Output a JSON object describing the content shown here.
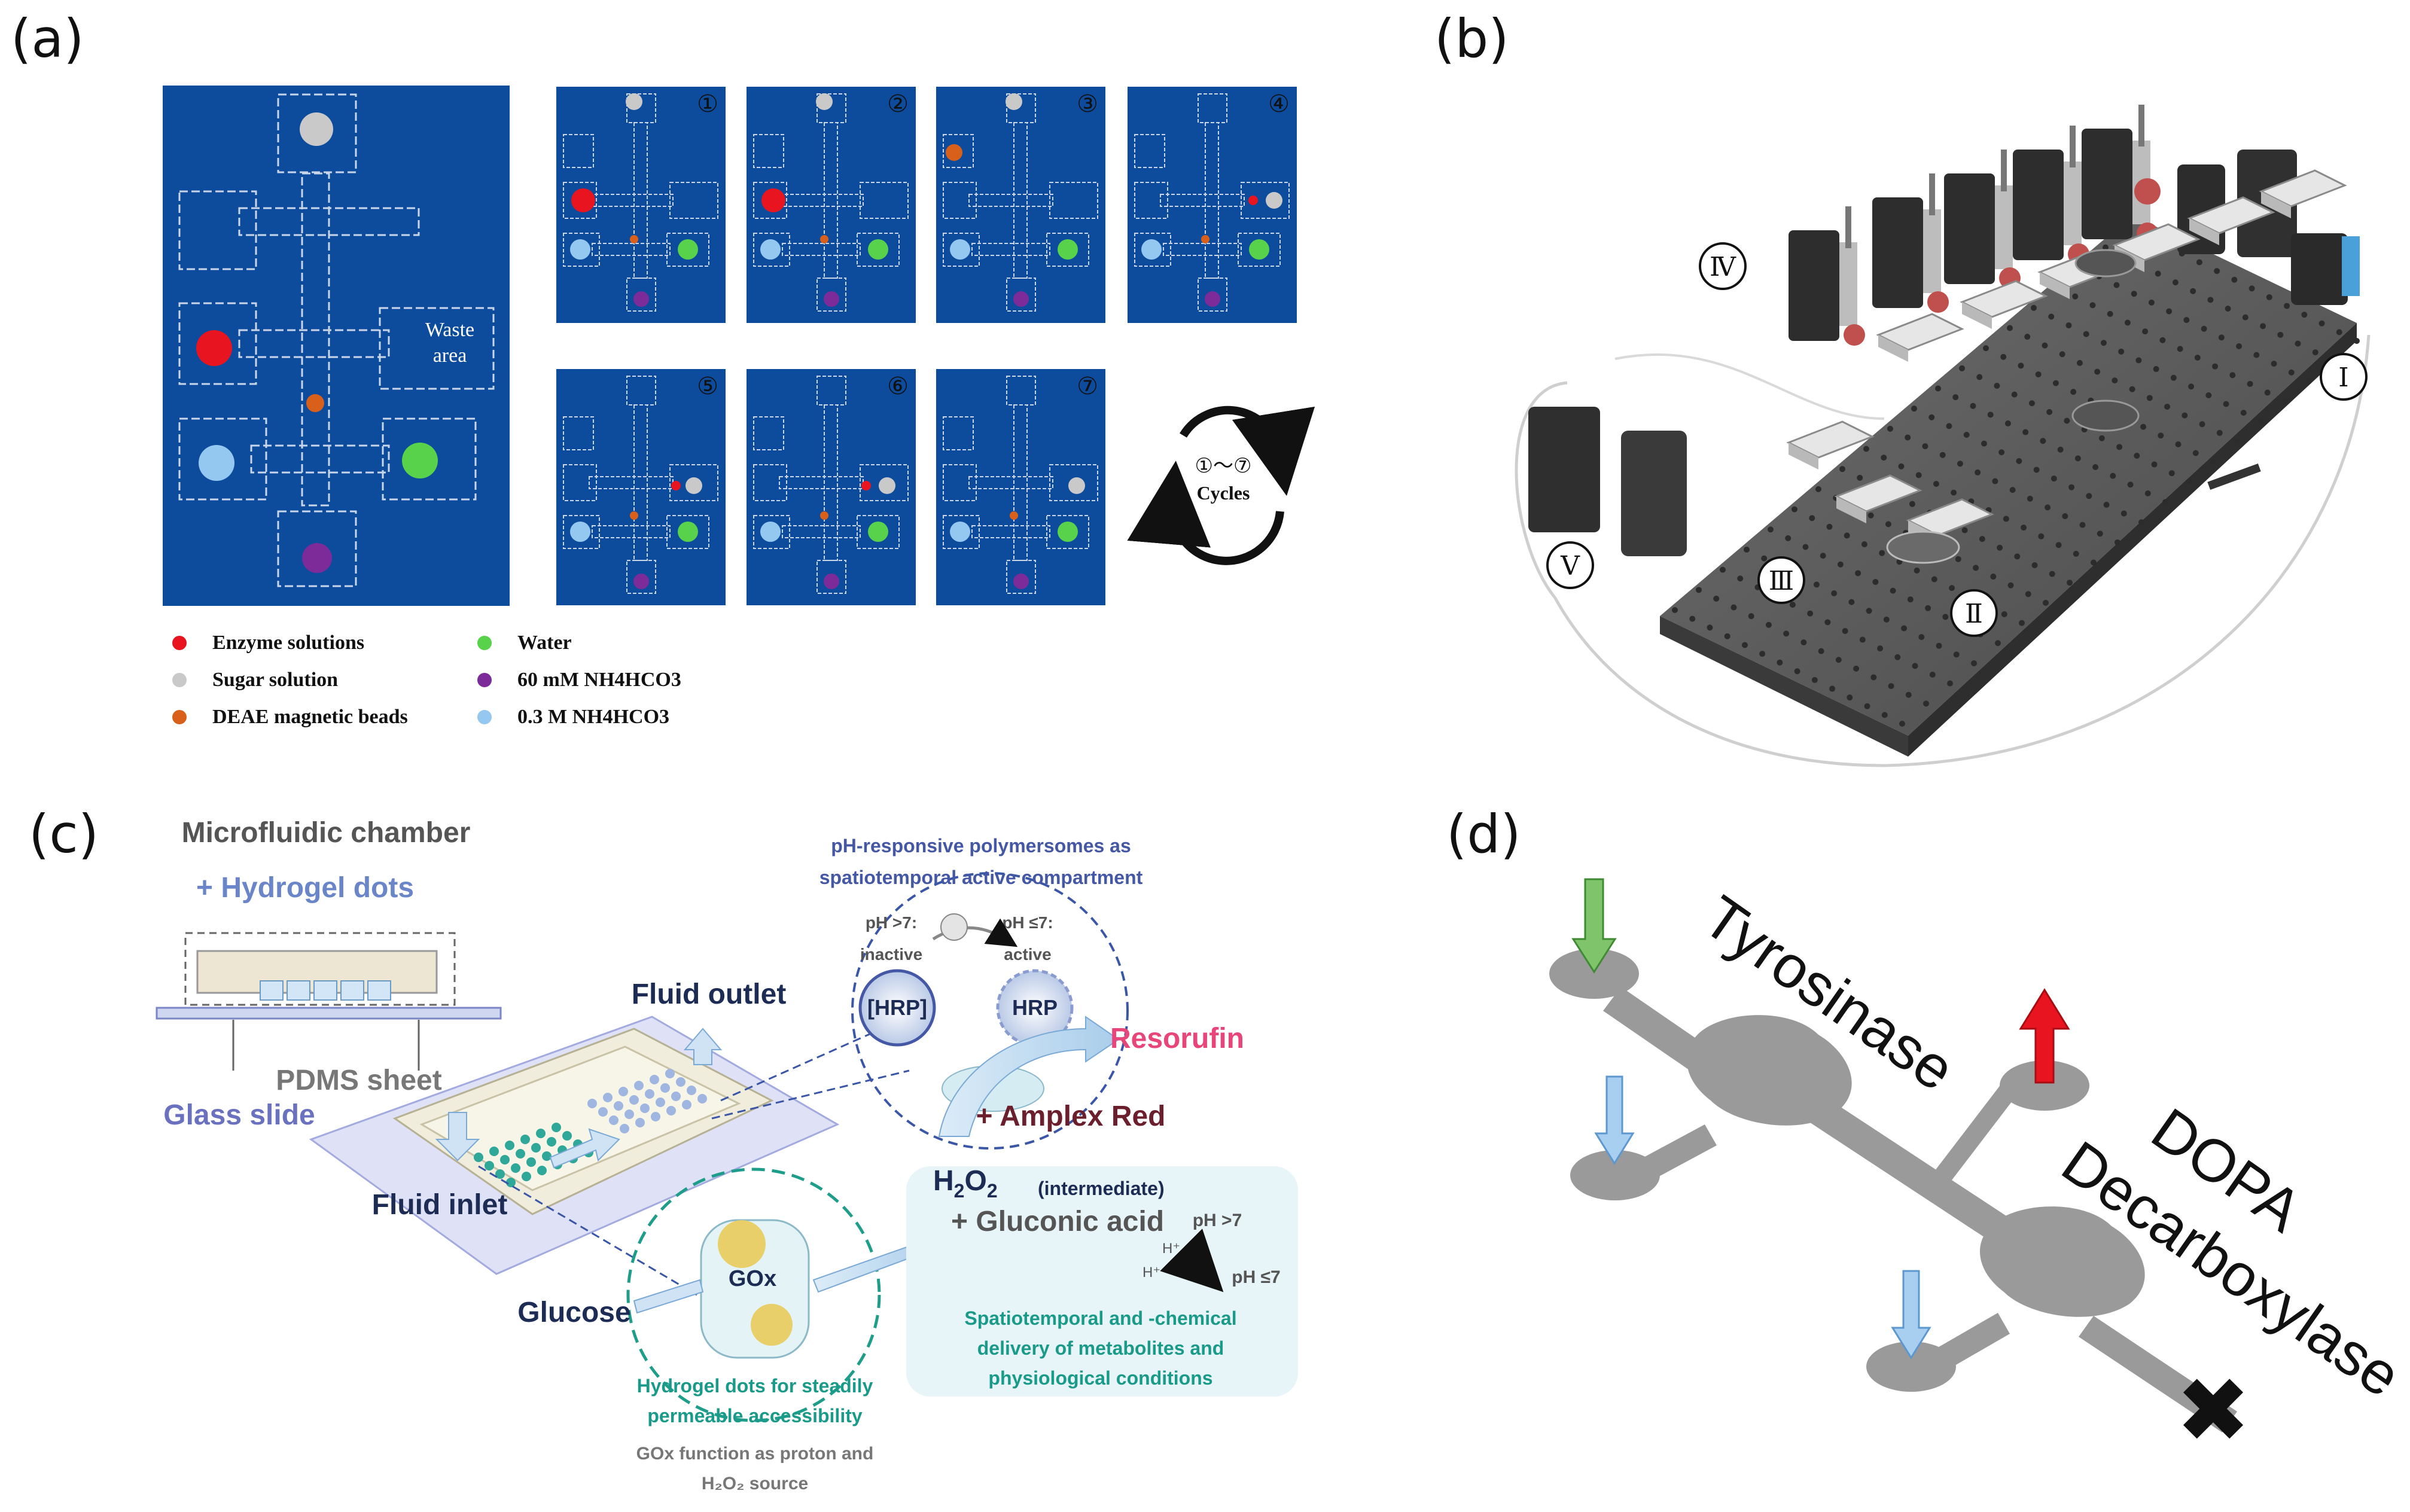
{
  "panels": {
    "a": {
      "label": "(a)",
      "overview": {
        "waste_label_line1": "Waste",
        "waste_label_line2": "area"
      },
      "steps": [
        "①",
        "②",
        "③",
        "④",
        "⑤",
        "⑥",
        "⑦"
      ],
      "cycle": {
        "range": "①～⑦",
        "label": "Cycles"
      },
      "legend": [
        {
          "label": "Enzyme solutions",
          "color": "#e8141f"
        },
        {
          "label": "Sugar solution",
          "color": "#c9c9c9"
        },
        {
          "label": "DEAE magnetic beads",
          "color": "#d9601a"
        },
        {
          "label": "Water",
          "color": "#58d24a"
        },
        {
          "label": "60 mM  NH4HCO3",
          "color": "#7c2b99"
        },
        {
          "label": "0.3 M   NH4HCO3",
          "color": "#95c8f0"
        }
      ],
      "chip_color": "#0d4c9c"
    },
    "b": {
      "label": "(b)",
      "markers": [
        "Ⅳ",
        "Ⅰ",
        "Ⅴ",
        "Ⅲ",
        "Ⅱ"
      ]
    },
    "c": {
      "label": "(c)",
      "microfluidic_chamber": "Microfluidic chamber",
      "hydrogel_dots": "+ Hydrogel dots",
      "pdms_sheet": "PDMS sheet",
      "glass_slide": "Glass slide",
      "fluid_outlet": "Fluid outlet",
      "fluid_inlet": "Fluid inlet",
      "glucose": "Glucose",
      "gox": "GOx",
      "polymersome_title_line1": "pH-responsive polymersomes as",
      "polymersome_title_line2": "spatiotemporal active compartment",
      "ph_gt7_inactive_line1": "pH >7:",
      "ph_gt7_inactive_line2": "inactive",
      "ph_le7_active_line1": "pH ≤7:",
      "ph_le7_active_line2": "active",
      "hrp_inactive": "[HRP]",
      "hrp_active": "HRP",
      "resorufin": "Resorufin",
      "amplex_red": "+ Amplex Red",
      "h2o2": "H",
      "h2o2_sub1": "2",
      "h2o2_o": "O",
      "h2o2_sub2": "2",
      "intermediate": "(intermediate)",
      "gluconic_acid": "+ Gluconic acid",
      "ph_gt7": "pH >7",
      "ph_le7": "pH ≤7",
      "h_plus": "H⁺",
      "delivery_line1": "Spatiotemporal and -chemical",
      "delivery_line2": "delivery of metabolites and",
      "delivery_line3": "physiological conditions",
      "hydrogel_caption_line1": "Hydrogel dots for steadily",
      "hydrogel_caption_line2": "permeable accessibility",
      "gox_caption_line1": "GOx function as proton and",
      "gox_caption_line2": "H₂O₂ source"
    },
    "d": {
      "label": "(d)",
      "tyrosinase": "Tyrosinase",
      "dopa": "DOPA",
      "decarboxylase": "Decarboxylase"
    }
  }
}
